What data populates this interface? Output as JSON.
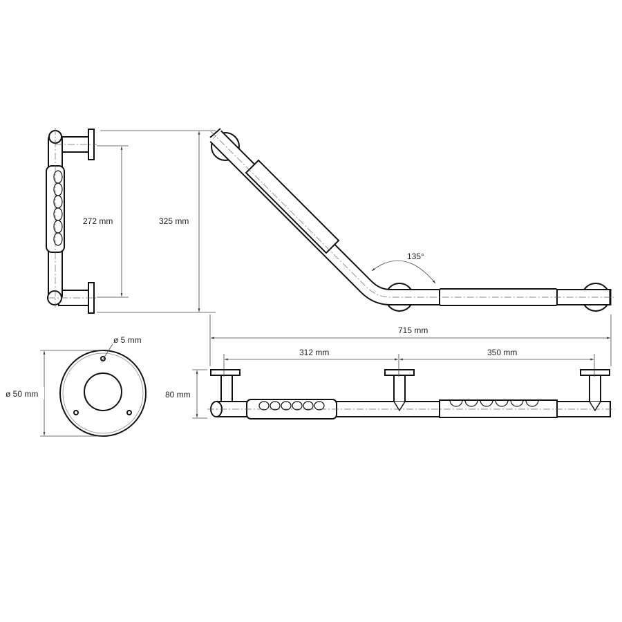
{
  "drawing": {
    "title": "Angled grab bar 135° technical drawing",
    "dimensions": {
      "inner_height": "272 mm",
      "total_height": "325 mm",
      "angle": "135°",
      "total_length": "715 mm",
      "span_left": "312 mm",
      "span_right": "350 mm",
      "depth": "80 mm",
      "hole_diameter": "ø 5 mm",
      "flange_diameter": "ø 50 mm"
    }
  }
}
